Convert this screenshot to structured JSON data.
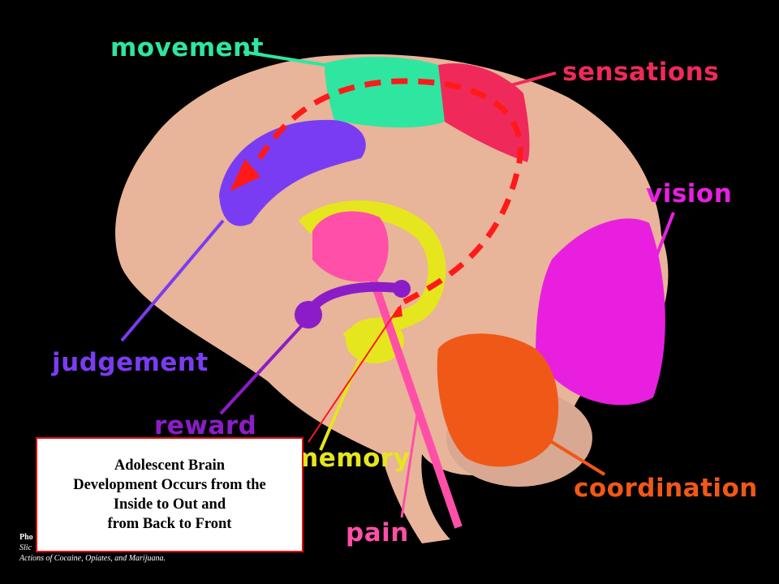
{
  "colors": {
    "background": "#000000",
    "brain": "#e8b49a",
    "movement": "#2ee6a0",
    "sensations": "#ef2a5a",
    "vision": "#e91fe0",
    "judgement": "#7a3cf2",
    "reward": "#8c1cc8",
    "memory": "#e6e61e",
    "coordination": "#f05818",
    "pain": "#ff4fa8",
    "arrow": "#ff1a1a"
  },
  "labels": {
    "movement": "movement",
    "sensations": "sensations",
    "vision": "vision",
    "judgement": "judgement",
    "reward": "reward",
    "memory": "memory",
    "coordination": "coordination",
    "pain": "pain"
  },
  "caption": {
    "line1": "Adolescent Brain",
    "line2": "Development Occurs from the",
    "line3": "Inside to Out and",
    "line4": "from Back to Front"
  },
  "credit": {
    "line1": "Pho",
    "line2": "Slic",
    "line3": "Actions of Cocaine, Opiates, and Marijuana."
  }
}
